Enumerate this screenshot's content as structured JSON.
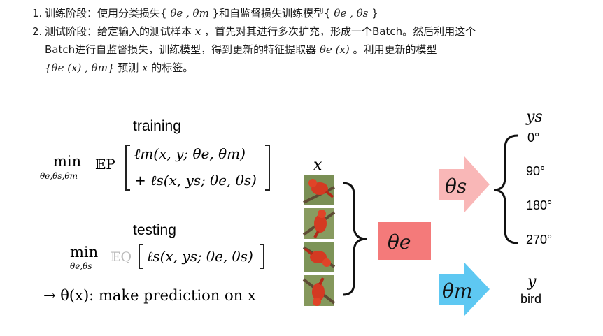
{
  "steps": [
    {
      "num": "1.",
      "text_a": "训练阶段：使用分类损失{ ",
      "m1": "θe , θm",
      "text_b": " }和自监督损失训练模型{ ",
      "m2": "θe , θs",
      "text_c": " }"
    },
    {
      "num": "2.",
      "line1_a": "测试阶段：给定输入的测试样本 ",
      "m_x": "x",
      "line1_b": " ，首先对其进行多次扩充，形成一个Batch。然后利用这个",
      "line2_a": "Batch进行自监督损失，训练模型，得到更新的特征提取器 ",
      "m_thetae": "θe (x)",
      "line2_b": " 。利用更新的模型",
      "m_set": "{θe (x) , θm}",
      "line3_b": " 预测 ",
      "m_x2": "x",
      "line3_c": " 的标签。"
    }
  ],
  "figure": {
    "training_label": "training",
    "testing_label": "testing",
    "min_word": "min",
    "train_min_sub": "θe,θs,θm",
    "train_expect": "𝔼P",
    "train_line1": "ℓm(x, y; θe, θm)",
    "train_line2": "+ ℓs(x, ys; θe, θs)",
    "test_min_sub": "θe,θs",
    "test_expect": "𝔼Q",
    "test_loss": "ℓs(x, ys; θe, θs)",
    "predict_line": "→ θ(x): make prediction on x",
    "x_label": "x",
    "theta_e": "θe",
    "theta_s": "θs",
    "theta_m": "θm",
    "ys_label": "ys",
    "rotations": [
      "0°",
      "90°",
      "180°",
      "270°"
    ],
    "y_label": "y",
    "y_value": "bird",
    "colors": {
      "theta_e": "#f47a7a",
      "theta_s": "#f9b7b7",
      "theta_m": "#5ec8f2"
    }
  }
}
